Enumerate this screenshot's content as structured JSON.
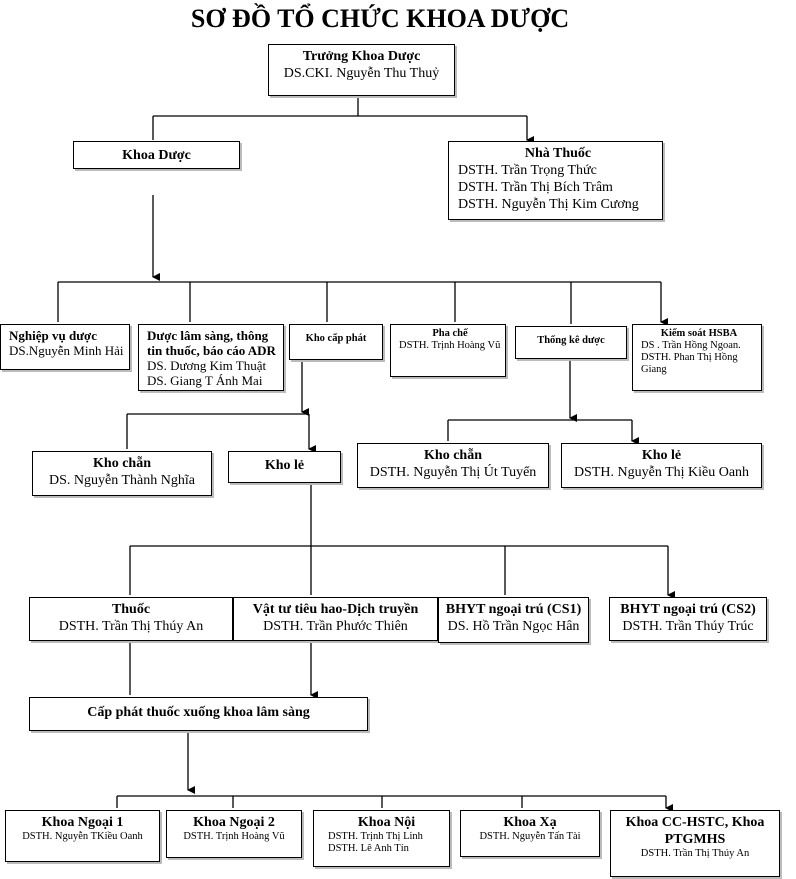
{
  "title": "SƠ ĐỒ TỔ CHỨC KHOA DƯỢC",
  "head": {
    "title": "Trưởng Khoa Dược",
    "people": [
      "DS.CKI. Nguyễn Thu Thuỷ"
    ]
  },
  "khoa_duoc": {
    "title": "Khoa Dược"
  },
  "nha_thuoc": {
    "title": "Nhà Thuốc",
    "people": [
      "DSTH. Trần Trọng Thức",
      "DSTH. Trần Thị Bích Trâm",
      "DSTH. Nguyễn Thị Kim Cương"
    ]
  },
  "units": [
    {
      "title": "Nghiệp vụ dược",
      "people": [
        "DS.Nguyễn Minh Hải"
      ]
    },
    {
      "title": "Dược lâm sàng, thông tin thuốc, báo cáo ADR",
      "people": [
        "DS. Dương Kim Thuật",
        "DS. Giang T Ánh Mai"
      ]
    },
    {
      "title": "Kho cấp phát",
      "people": []
    },
    {
      "title": "Pha chế",
      "people": [
        "DSTH. Trịnh Hoàng Vũ"
      ]
    },
    {
      "title": "Thống kê dược",
      "people": []
    },
    {
      "title": "Kiểm soát HSBA",
      "people": [
        "DS . Trần Hồng Ngoan.",
        "DSTH. Phan Thị Hồng Giang"
      ]
    }
  ],
  "kho_cap_phat_children": [
    {
      "title": "Kho chẵn",
      "people": [
        "DS. Nguyễn Thành Nghĩa"
      ]
    },
    {
      "title": "Kho lẻ",
      "people": []
    }
  ],
  "thong_ke_children": [
    {
      "title": "Kho chẵn",
      "people": [
        "DSTH. Nguyễn Thị Út Tuyển"
      ]
    },
    {
      "title": "Kho lẻ",
      "people": [
        "DSTH. Nguyễn Thị Kiều Oanh"
      ]
    }
  ],
  "kho_le_children": [
    {
      "title": "Thuốc",
      "people": [
        "DSTH. Trần Thị Thúy An"
      ]
    },
    {
      "title": "Vật tư tiêu hao-Dịch truyền",
      "people": [
        "DSTH. Trần Phước Thiên"
      ]
    },
    {
      "title": "BHYT ngoại trú (CS1)",
      "people": [
        "DS. Hồ Trần Ngọc Hân"
      ]
    },
    {
      "title": "BHYT ngoại trú (CS2)",
      "people": [
        "DSTH. Trần Thúy Trúc"
      ]
    }
  ],
  "cap_phat": {
    "title": "Cấp phát thuốc xuống khoa lâm sàng"
  },
  "clinical": [
    {
      "title": "Khoa Ngoại 1",
      "people": [
        "DSTH. Nguyễn TKiều Oanh"
      ]
    },
    {
      "title": "Khoa Ngoại 2",
      "people": [
        "DSTH. Trịnh Hoàng Vũ"
      ]
    },
    {
      "title": "Khoa Nội",
      "people": [
        "DSTH. Trịnh Thị Linh",
        "DSTH. Lê Anh Tín"
      ]
    },
    {
      "title": "Khoa Xạ",
      "people": [
        "DSTH. Nguyễn Tấn Tài"
      ]
    },
    {
      "title": "Khoa CC-HSTC, Khoa PTGMHS",
      "people": [
        "DSTH. Trần Thị Thúy An"
      ]
    }
  ]
}
